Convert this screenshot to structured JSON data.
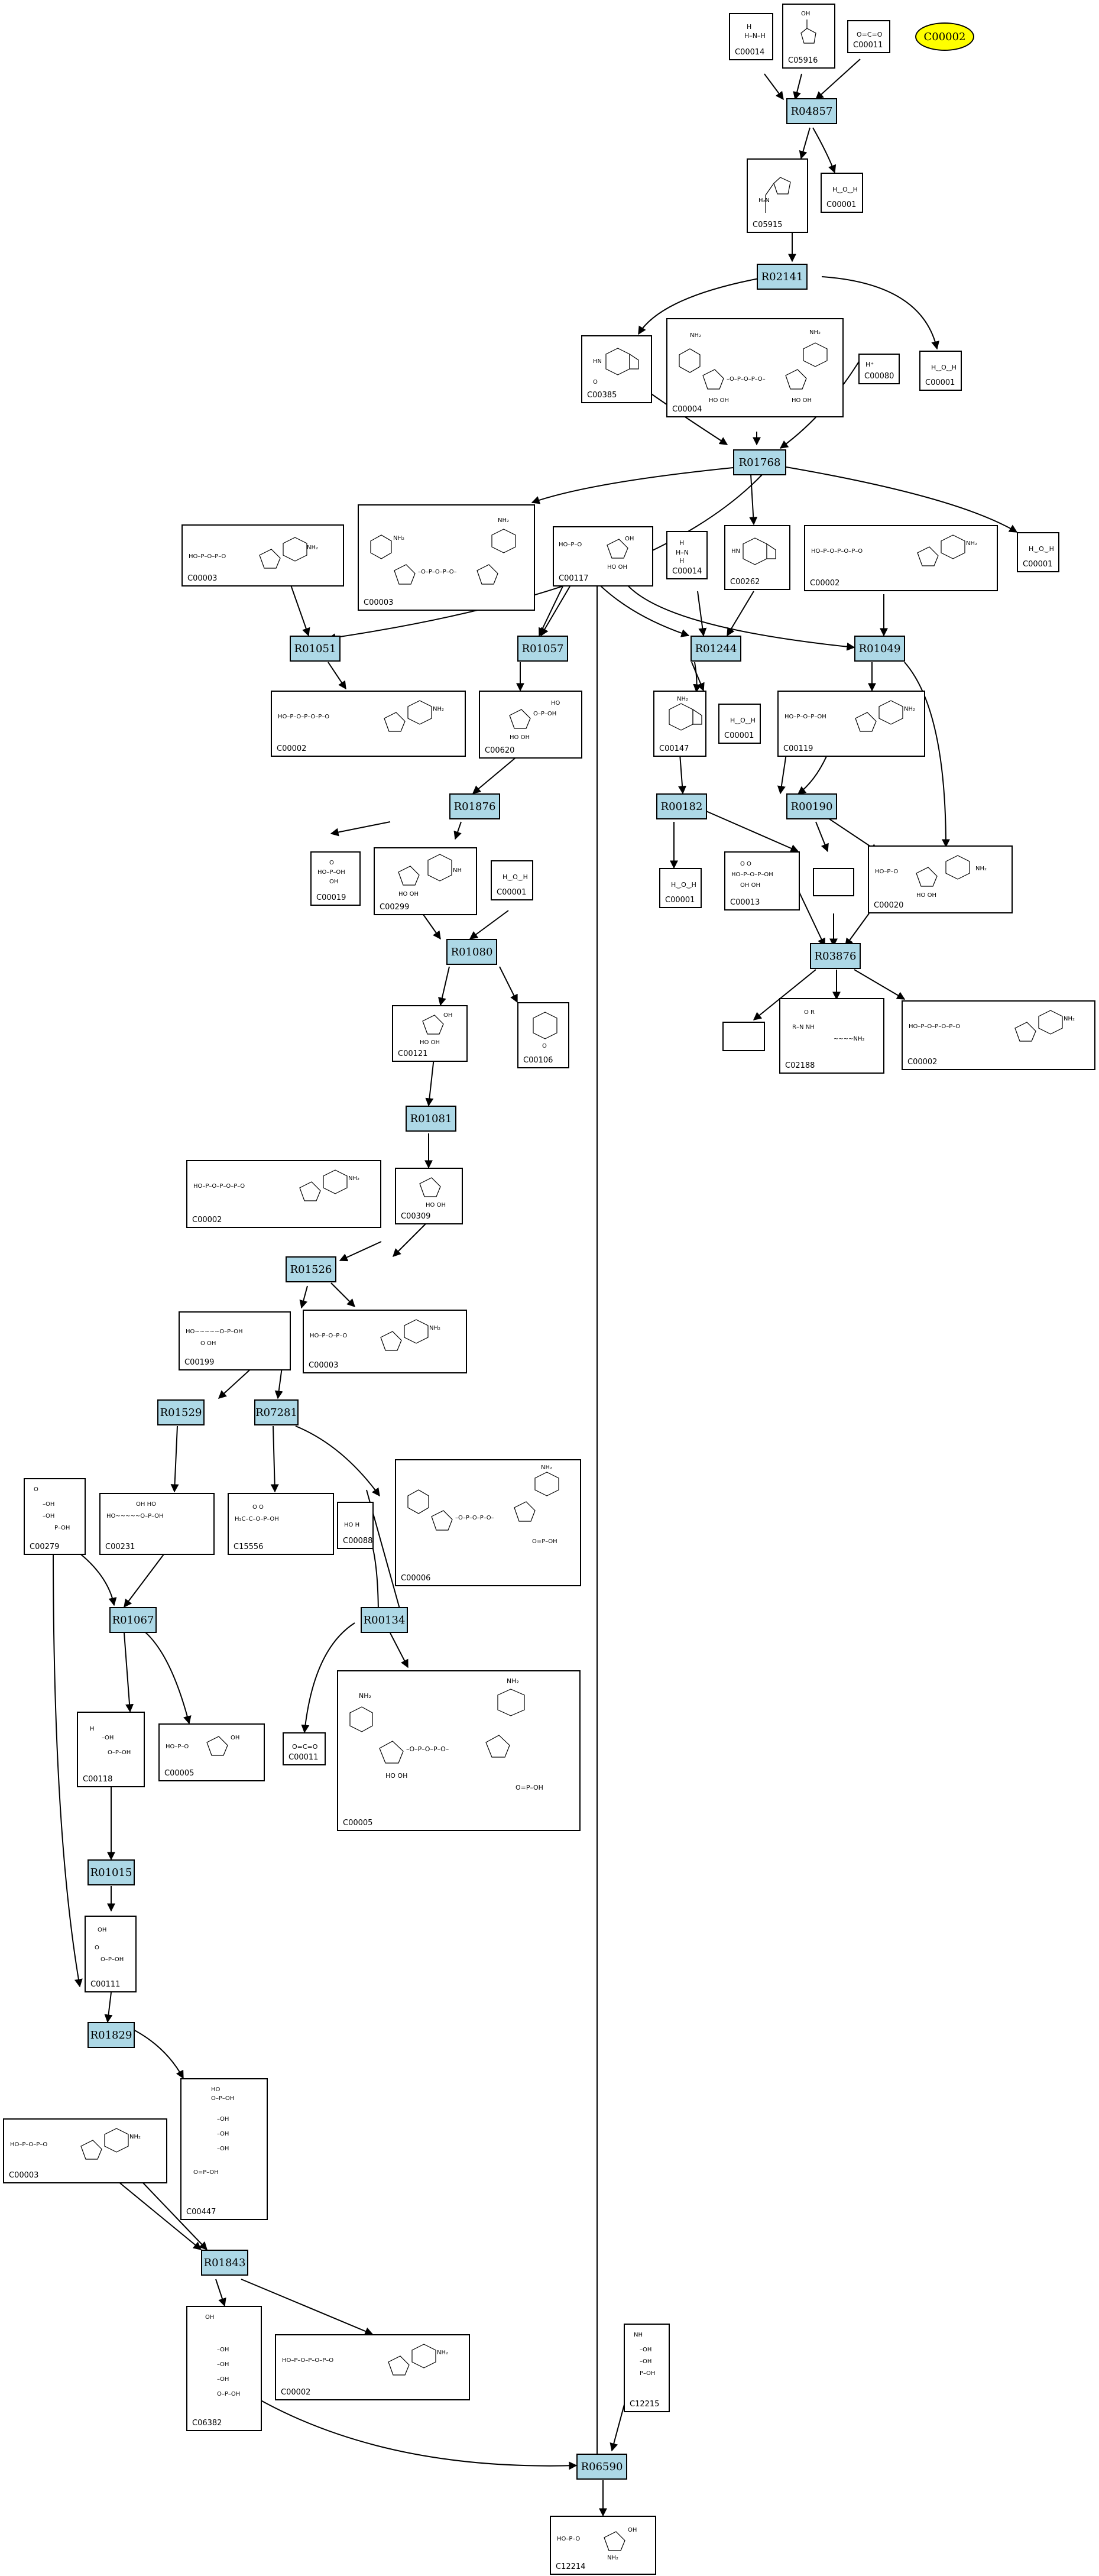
{
  "highlight": {
    "label": "C00002",
    "color": "#ffff00"
  },
  "reaction_color": "#add8e6",
  "reactions": [
    "R04857",
    "R02141",
    "R01768",
    "R01051",
    "R01057",
    "R01244",
    "R01049",
    "R01876",
    "R00182",
    "R00190",
    "R03876",
    "R01080",
    "R01081",
    "R01526",
    "R01529",
    "R07281",
    "R01067",
    "R00134",
    "R01015",
    "R01829",
    "R01843",
    "R06590"
  ],
  "compounds": [
    "C00014",
    "C05916",
    "C00011",
    "C05915",
    "C00001",
    "C00385",
    "C00004",
    "C00080",
    "C00001",
    "C00003",
    "C00003",
    "C00117",
    "C00014",
    "C00262",
    "C00002",
    "C00001",
    "C00002",
    "C00620",
    "C00147",
    "C00001",
    "C00119",
    "C00019",
    "C00299",
    "C00001",
    "C00001",
    "C00013",
    "",
    "C00020",
    "C00121",
    "C00106",
    "",
    "C02188",
    "C00002",
    "C00002",
    "C00309",
    "C00199",
    "C00003",
    "C00279",
    "C00231",
    "C15556",
    "C00088",
    "C00006",
    "C00118",
    "C00005",
    "C00011",
    "C00005",
    "C00111",
    "C00003",
    "C00447",
    "C06382",
    "C00002",
    "C12215",
    "C12214"
  ]
}
